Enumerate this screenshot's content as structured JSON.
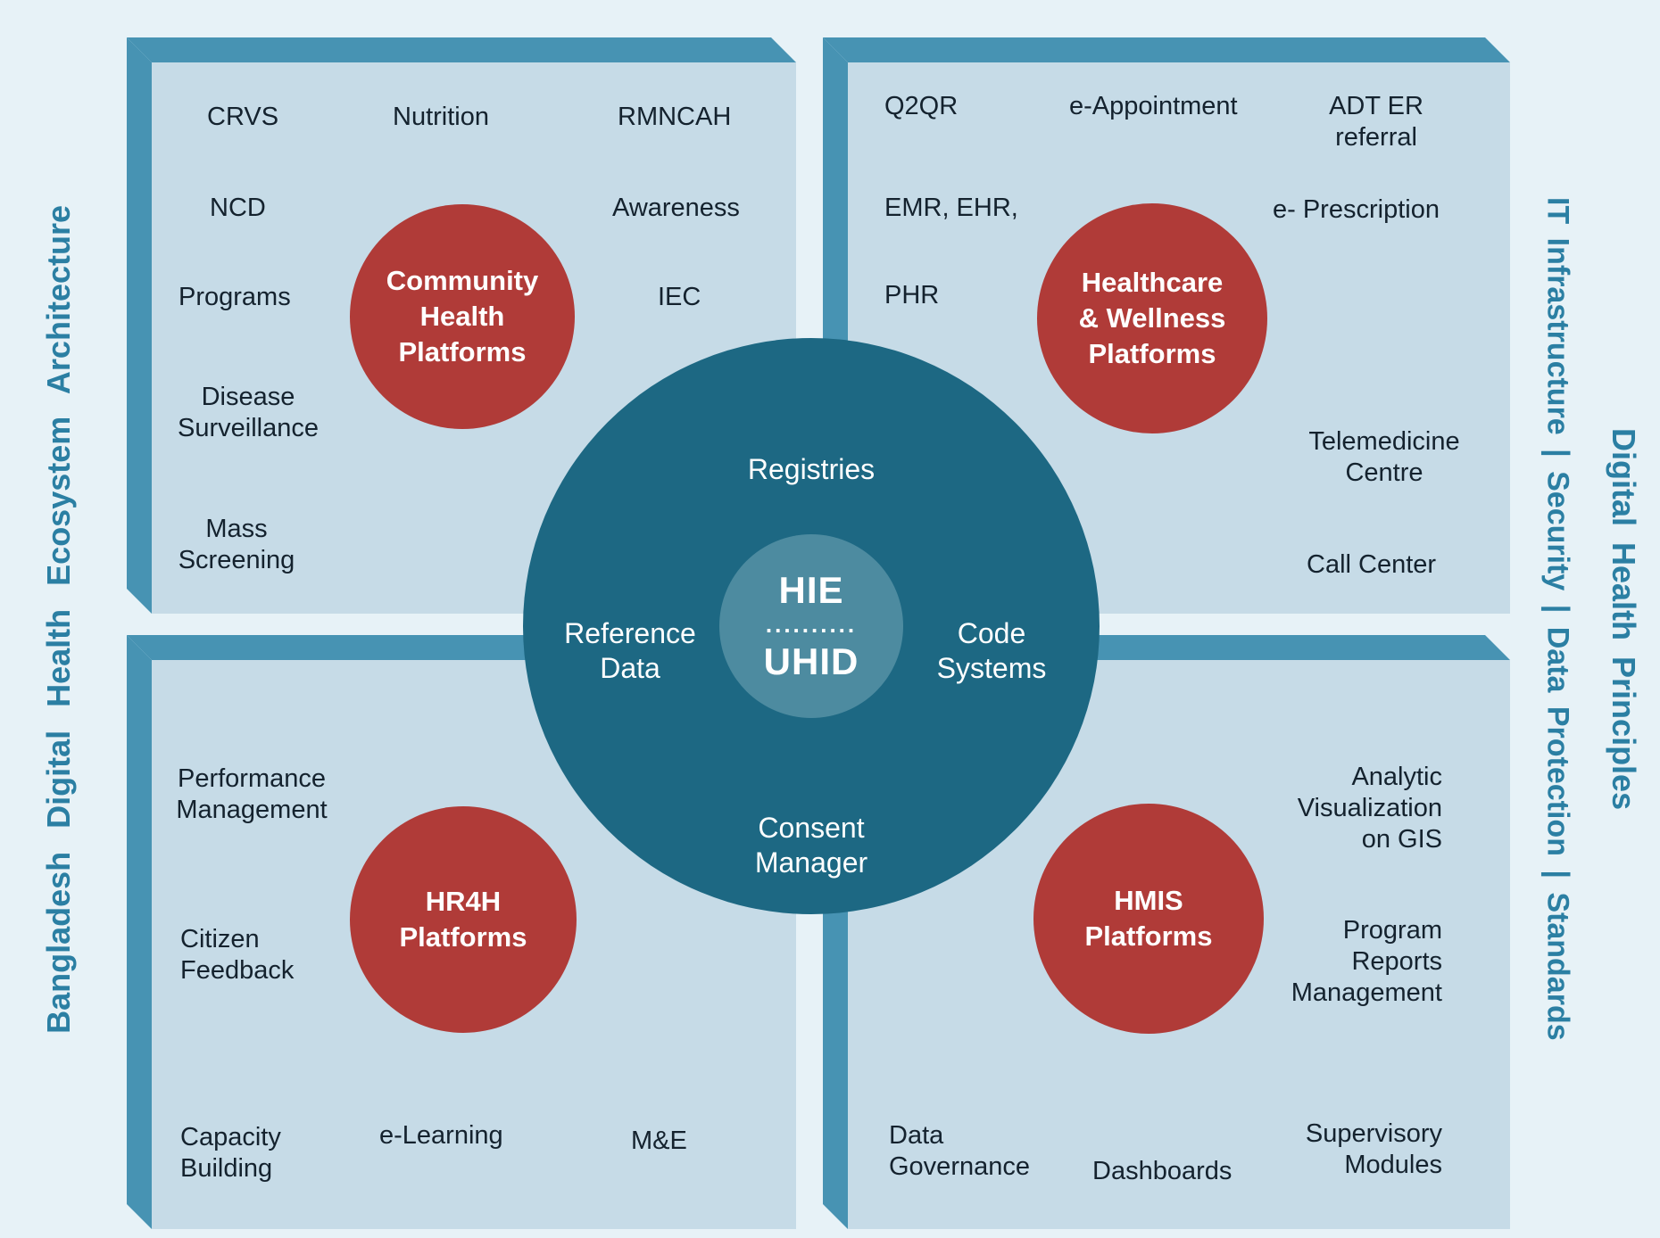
{
  "title": "Bangladesh Digital Health Ecosystem Architecture",
  "sidebars": {
    "left": "Bangladesh Digital Health Ecosystem Architecture",
    "right_inner": "IT Infrastructure | Security | Data Protection | Standards",
    "right_outer": "Digital Health Principles"
  },
  "hub": {
    "core_top": "HIE",
    "core_divider": "..........",
    "core_bottom": "UHID",
    "spokes": {
      "top": "Registries",
      "left": "Reference\nData",
      "right": "Code\nSystems",
      "bottom": "Consent\nManager"
    }
  },
  "quadrants": {
    "top_left": {
      "bubble": "Community\nHealth\nPlatforms",
      "items": [
        "CRVS",
        "Nutrition",
        "RMNCAH",
        "NCD",
        "Awareness",
        "Programs",
        "IEC",
        "Disease\nSurveillance",
        "Mass\nScreening"
      ]
    },
    "top_right": {
      "bubble": "Healthcare\n&  Wellness\nPlatforms",
      "items": [
        "Q2QR",
        "e-Appointment",
        "ADT ER\nreferral",
        "EMR, EHR,",
        "e- Prescription",
        "PHR",
        "Telemedicine\nCentre",
        "Call Center"
      ]
    },
    "bottom_left": {
      "bubble": "HR4H\nPlatforms",
      "items": [
        "Performance\nManagement",
        "Citizen\nFeedback",
        "Capacity\nBuilding",
        "e-Learning",
        "M&E"
      ]
    },
    "bottom_right": {
      "bubble": "HMIS\nPlatforms",
      "items": [
        "Analytic\nVisualization\non GIS",
        "Program\nReports\nManagement",
        "Data\nGovernance",
        "Dashboards",
        "Supervisory\nModules"
      ]
    }
  },
  "colors": {
    "background": "#e7f2f7",
    "panel": "#c6dbe7",
    "panel_edge": "#4793b3",
    "hub": "#1d6883",
    "hub_core": "#4d8ba0",
    "bubble": "#b03b38",
    "text_dark": "#14222e",
    "text_side": "#2b7fa3"
  }
}
